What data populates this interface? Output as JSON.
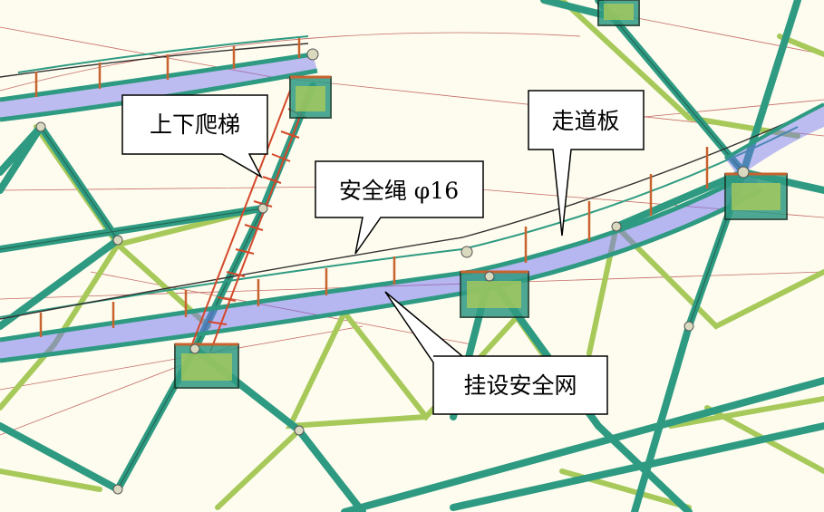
{
  "colors": {
    "background": "#fdfcee",
    "truss_main": "#2e9a82",
    "truss_light": "#a7c95a",
    "truss_outline": "#1a3d2f",
    "walkway_net": "#6f6ff2",
    "handrail_post": "#c8622e",
    "ladder": "#d4482a",
    "reference_line": "#b33a3a",
    "safety_rope": "#333333",
    "callout_fill": "#ffffff",
    "callout_stroke": "#000000"
  },
  "callouts": {
    "ladder": {
      "label": "上下爬梯"
    },
    "walkway_board": {
      "label": "走道板"
    },
    "safety_rope": {
      "label": "安全绳 φ16"
    },
    "safety_net": {
      "label": "挂设安全网"
    }
  }
}
